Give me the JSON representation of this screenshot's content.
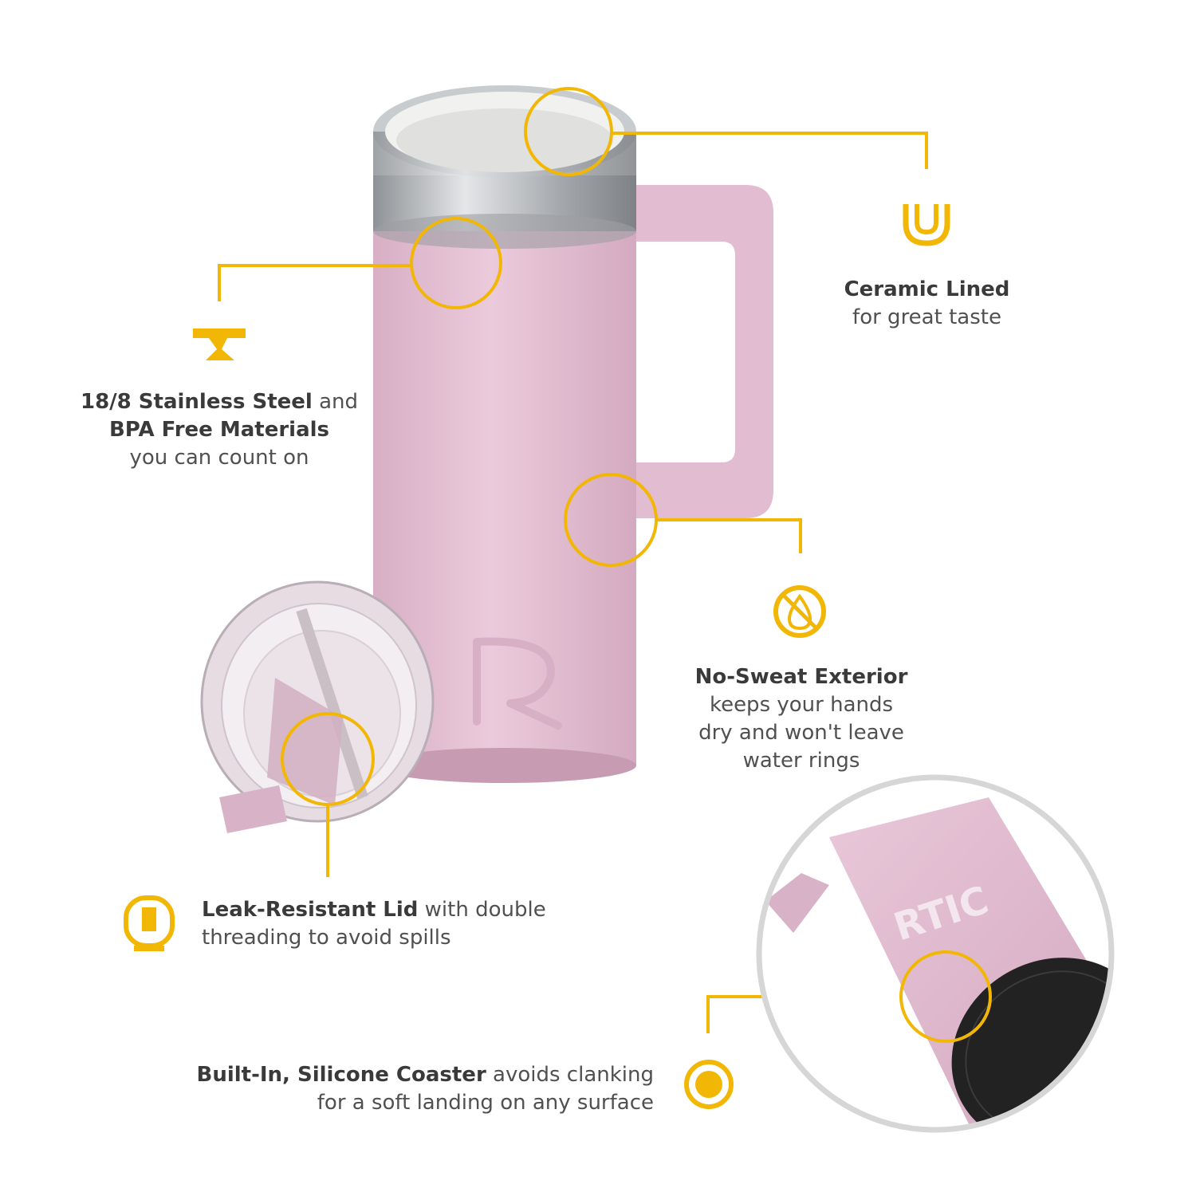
{
  "colors": {
    "accent": "#F2B705",
    "body_pink": "#E6C3D5",
    "steel": "#BFC3C6",
    "text_dark": "#3A3A3A",
    "text_regular": "#505050",
    "ring_gray": "#D6D6D6"
  },
  "icons": {
    "ceramic": "u-shape-icon",
    "steel": "anvil-icon",
    "sweat": "no-water-drop-icon",
    "lid": "lid-icon",
    "coaster": "coaster-dot-icon"
  },
  "callouts": {
    "ceramic": {
      "bold": "Ceramic Lined",
      "text": "for great taste"
    },
    "steel": {
      "bold1": "18/8 Stainless Steel",
      "text1": " and",
      "bold2": "BPA Free Materials",
      "text2": "you can count on"
    },
    "sweat": {
      "bold": "No-Sweat Exterior",
      "line1": "keeps your hands",
      "line2": "dry and won't leave",
      "line3": "water rings"
    },
    "lid": {
      "bold": "Leak-Resistant Lid",
      "text1": " with double",
      "text2": "threading to avoid spills"
    },
    "coaster": {
      "bold": "Built-In, Silicone Coaster",
      "text1": " avoids clanking",
      "text2": "for a soft landing on any surface"
    }
  },
  "product": {
    "brand_mark": "RTIC"
  }
}
